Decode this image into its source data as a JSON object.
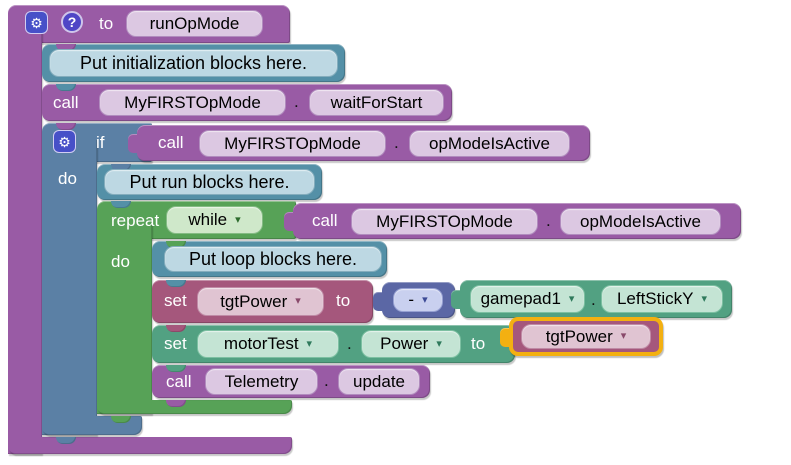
{
  "app": {
    "description": "FTC Blockly OpMode workspace"
  },
  "icons": {
    "gear": "⚙",
    "help": "?",
    "dropdown": "▾",
    "dot": "."
  },
  "colors": {
    "procedure_purple": "#995ba5",
    "comment_teal": "#5490a7",
    "logic_blue": "#5b80a5",
    "loop_green": "#57a257",
    "math_blue": "#5b67a5",
    "variable_rose": "#a5577c",
    "hardware_green": "#52a182",
    "selection_gold": "#f3b011",
    "icon_indigo": "#4750c8"
  },
  "procedure": {
    "to_label": "to",
    "name": "runOpMode"
  },
  "comments": {
    "init": "Put initialization blocks here.",
    "run": "Put run blocks here.",
    "loop": "Put loop blocks here."
  },
  "calls": {
    "wait": {
      "label": "call",
      "object": "MyFIRSTOpMode",
      "method": "waitForStart"
    },
    "cond_if": {
      "label": "call",
      "object": "MyFIRSTOpMode",
      "method": "opModeIsActive"
    },
    "cond_while": {
      "label": "call",
      "object": "MyFIRSTOpMode",
      "method": "opModeIsActive"
    },
    "telemetry": {
      "label": "call",
      "object": "Telemetry",
      "method": "update"
    }
  },
  "if_block": {
    "if_label": "if",
    "do_label": "do"
  },
  "repeat_block": {
    "label": "repeat",
    "mode": "while",
    "do_label": "do"
  },
  "set_tgt": {
    "set_label": "set",
    "variable": "tgtPower",
    "to_label": "to"
  },
  "negate": {
    "operator": "-"
  },
  "gamepad": {
    "device": "gamepad1",
    "property": "LeftStickY"
  },
  "set_motor": {
    "set_label": "set",
    "device": "motorTest",
    "property": "Power",
    "to_label": "to",
    "value": "tgtPower"
  }
}
